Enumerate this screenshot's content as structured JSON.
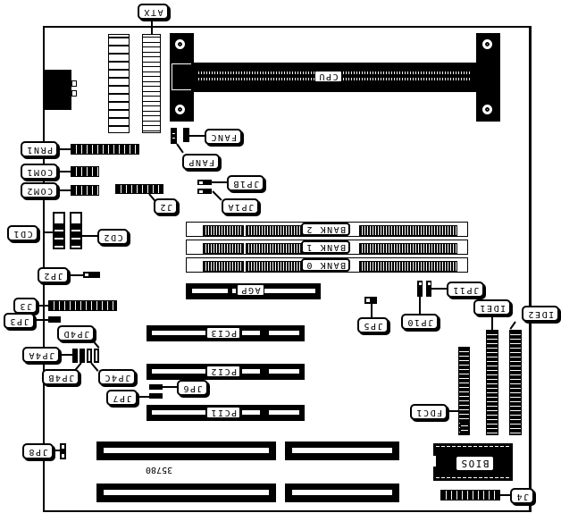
{
  "diagram": {
    "title": "Motherboard layout (rotated 180°)",
    "board_code": "35780",
    "components": {
      "atx": "ATX",
      "cpu": "CPU",
      "fanc": "FANC",
      "fanp": "FANP",
      "prn1": "PRN1",
      "com1": "COM1",
      "com2": "COM2",
      "j2": "J2",
      "jp1b": "JP1B",
      "jp1a": "JP1A",
      "cd1": "CD1",
      "cd2": "CD2",
      "jp2": "JP2",
      "j3": "J3",
      "jp3": "JP3",
      "jp4d": "JP4D",
      "jp4a": "JP4A",
      "jp4b": "JP4B",
      "jp4c": "JP4C",
      "bank2": "BANK 2",
      "bank1": "BANK 1",
      "bank0": "BANK 0",
      "agp": "AGP",
      "jp5": "JP5",
      "jp10": "JP10",
      "jp11": "JP11",
      "ide1": "IDE1",
      "ide2": "IDE2",
      "pci3": "PCI3",
      "pci2": "PCI2",
      "pci1": "PCI1",
      "jp6": "JP6",
      "jp7": "JP7",
      "fdc1": "FDC1",
      "jp8": "JP8",
      "bios": "BIOS",
      "j4": "J4"
    }
  }
}
